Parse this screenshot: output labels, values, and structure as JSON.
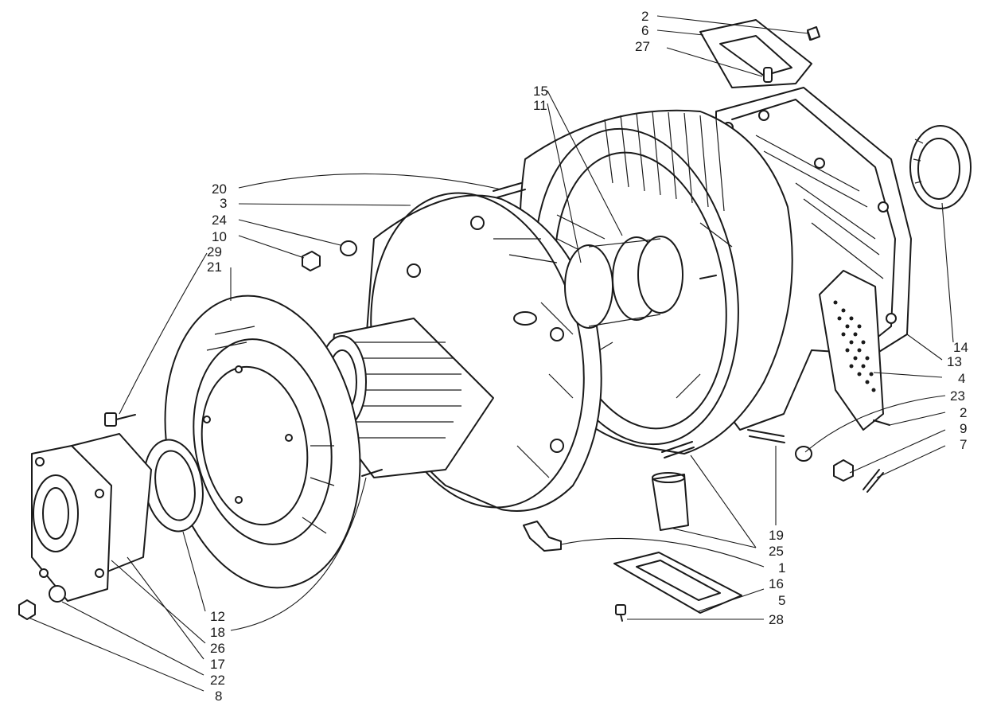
{
  "callouts": {
    "c2a": "2",
    "c6": "6",
    "c27": "27",
    "c15": "15",
    "c11": "11",
    "c20": "20",
    "c3": "3",
    "c24": "24",
    "c10": "10",
    "c29": "29",
    "c21": "21",
    "c14": "14",
    "c13": "13",
    "c4": "4",
    "c23": "23",
    "c2b": "2",
    "c9": "9",
    "c7": "7",
    "c19": "19",
    "c25": "25",
    "c1": "1",
    "c16": "16",
    "c5": "5",
    "c28": "28",
    "c12": "12",
    "c18": "18",
    "c26": "26",
    "c17": "17",
    "c22": "22",
    "c8": "8"
  },
  "colors": {
    "ink": "#1a1a1a",
    "paper": "#ffffff"
  }
}
